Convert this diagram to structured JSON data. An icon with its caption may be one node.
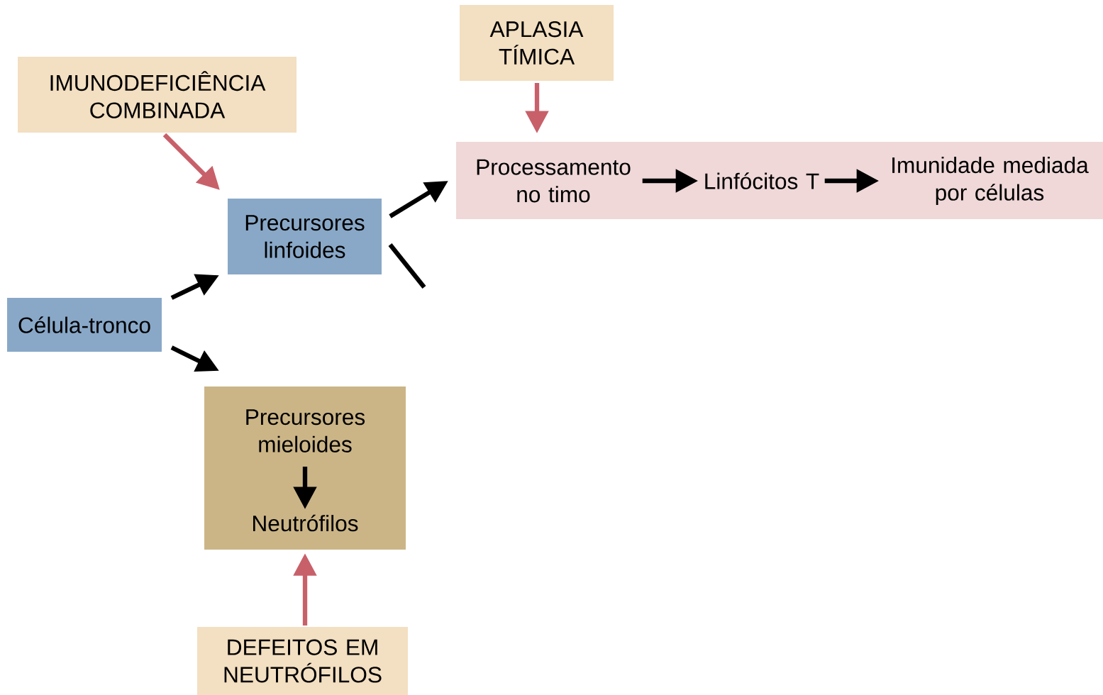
{
  "diagram": {
    "nodes": [
      {
        "text": [
          "IMUNODEFICIÊNCIA COMBINADA"
        ]
      },
      {
        "text": [
          "APLASIA TÍMICA"
        ]
      },
      {
        "text": [],
        "shape": "box"
      },
      {
        "text": [
          "Processamento no timo"
        ],
        "in": 2
      },
      {
        "text": [
          "Linfócitos T"
        ],
        "in": 2
      },
      {
        "text": [
          "Imunidade mediada por células"
        ],
        "in": 2
      },
      {
        "text": [
          "Precursores linfoides"
        ]
      },
      {
        "text": [
          "Célula-tronco"
        ]
      },
      {
        "text": [],
        "shape": "box"
      },
      {
        "text": [
          "Precursores mieloides"
        ],
        "in": 8
      },
      {
        "text": [
          "Neutrófilos"
        ],
        "in": 8
      },
      {
        "text": [
          "DEFEITOS EM NEUTRÓFILOS"
        ]
      }
    ],
    "edges": [
      {
        "from": 0,
        "to": 6,
        "arrow": "to",
        "color": "#c8606a"
      },
      {
        "from": 1,
        "to": 2,
        "arrow": "to",
        "color": "#c8606a"
      },
      {
        "from": 6,
        "to": 2,
        "arrow": "to"
      },
      {
        "from": 6,
        "to": null,
        "arrow": "none"
      },
      {
        "from": 7,
        "to": 6,
        "arrow": "to"
      },
      {
        "from": 7,
        "to": 8,
        "arrow": "to"
      },
      {
        "from": 3,
        "to": 4,
        "arrow": "to"
      },
      {
        "from": 4,
        "to": 5,
        "arrow": "to"
      },
      {
        "from": 9,
        "to": 10,
        "arrow": "to"
      },
      {
        "from": 11,
        "to": 8,
        "arrow": "to",
        "color": "#c8606a"
      }
    ]
  }
}
